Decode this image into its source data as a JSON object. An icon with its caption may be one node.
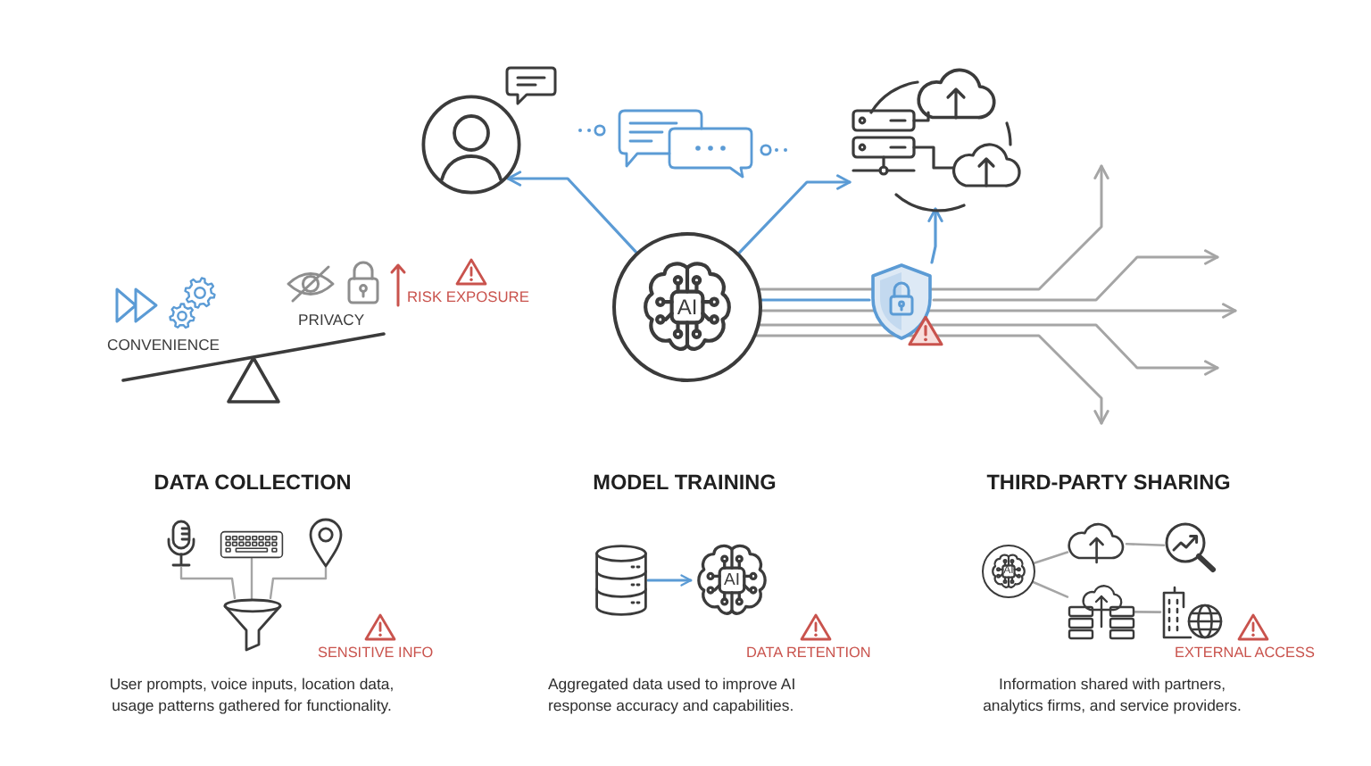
{
  "diagram": {
    "nodes": [
      {
        "text": [],
        "shape": "person"
      },
      {
        "text": [],
        "shape": "picture"
      },
      {
        "text": [
          "AI"
        ]
      },
      {
        "text": [],
        "shape": "picture"
      },
      {
        "text": [],
        "shape": "picture"
      },
      {
        "text": [],
        "shape": "picture"
      },
      {
        "text": [],
        "shape": "picture"
      },
      {
        "text": [],
        "shape": "picture"
      },
      {
        "text": [],
        "shape": "cylinder"
      },
      {
        "text": [
          "AI"
        ]
      },
      {
        "text": [
          "AI"
        ]
      },
      {
        "text": [],
        "shape": "cloud"
      },
      {
        "text": [],
        "shape": "picture"
      },
      {
        "text": [],
        "shape": "picture"
      },
      {
        "text": [],
        "shape": "picture"
      }
    ],
    "edges": [
      {
        "from": 2,
        "to": 0,
        "arrow": "to",
        "color": "#5b9bd5"
      },
      {
        "from": 2,
        "to": 1,
        "arrow": "to",
        "color": "#5b9bd5"
      },
      {
        "from": 2,
        "to": 3,
        "arrow": "none",
        "color": "#5b9bd5"
      },
      {
        "from": 3,
        "to": 1,
        "arrow": "to",
        "color": "#5b9bd5"
      },
      {
        "from": 2,
        "to": null,
        "arrow": "to"
      },
      {
        "from": 3,
        "to": null,
        "arrow": "to"
      },
      {
        "from": 2,
        "to": null,
        "arrow": "to"
      },
      {
        "from": 2,
        "to": null,
        "arrow": "to"
      },
      {
        "from": 2,
        "to": null,
        "arrow": "to"
      },
      {
        "from": 4,
        "to": 7,
        "arrow": "none"
      },
      {
        "from": 5,
        "to": 7,
        "arrow": "none"
      },
      {
        "from": 6,
        "to": 7,
        "arrow": "none"
      },
      {
        "from": 8,
        "to": 9,
        "arrow": "to",
        "color": "#5b9bd5"
      },
      {
        "from": 10,
        "to": 11,
        "arrow": "none"
      },
      {
        "from": 10,
        "to": 13,
        "arrow": "none"
      },
      {
        "from": 11,
        "to": 12,
        "arrow": "none"
      },
      {
        "from": 13,
        "to": 14,
        "arrow": "none"
      }
    ],
    "labels": [
      "CONVENIENCE",
      "PRIVACY",
      "RISK EXPOSURE",
      "DATA COLLECTION",
      "SENSITIVE INFO",
      "User prompts, voice inputs, location data, usage patterns gathered for functionality.",
      "MODEL TRAINING",
      "DATA RETENTION",
      "Aggregated data used to improve AI response accuracy and capabilities.",
      "THIRD-PARTY SHARING",
      "EXTERNAL ACCESS",
      "Information shared with partners, analytics firms, and service providers."
    ]
  }
}
